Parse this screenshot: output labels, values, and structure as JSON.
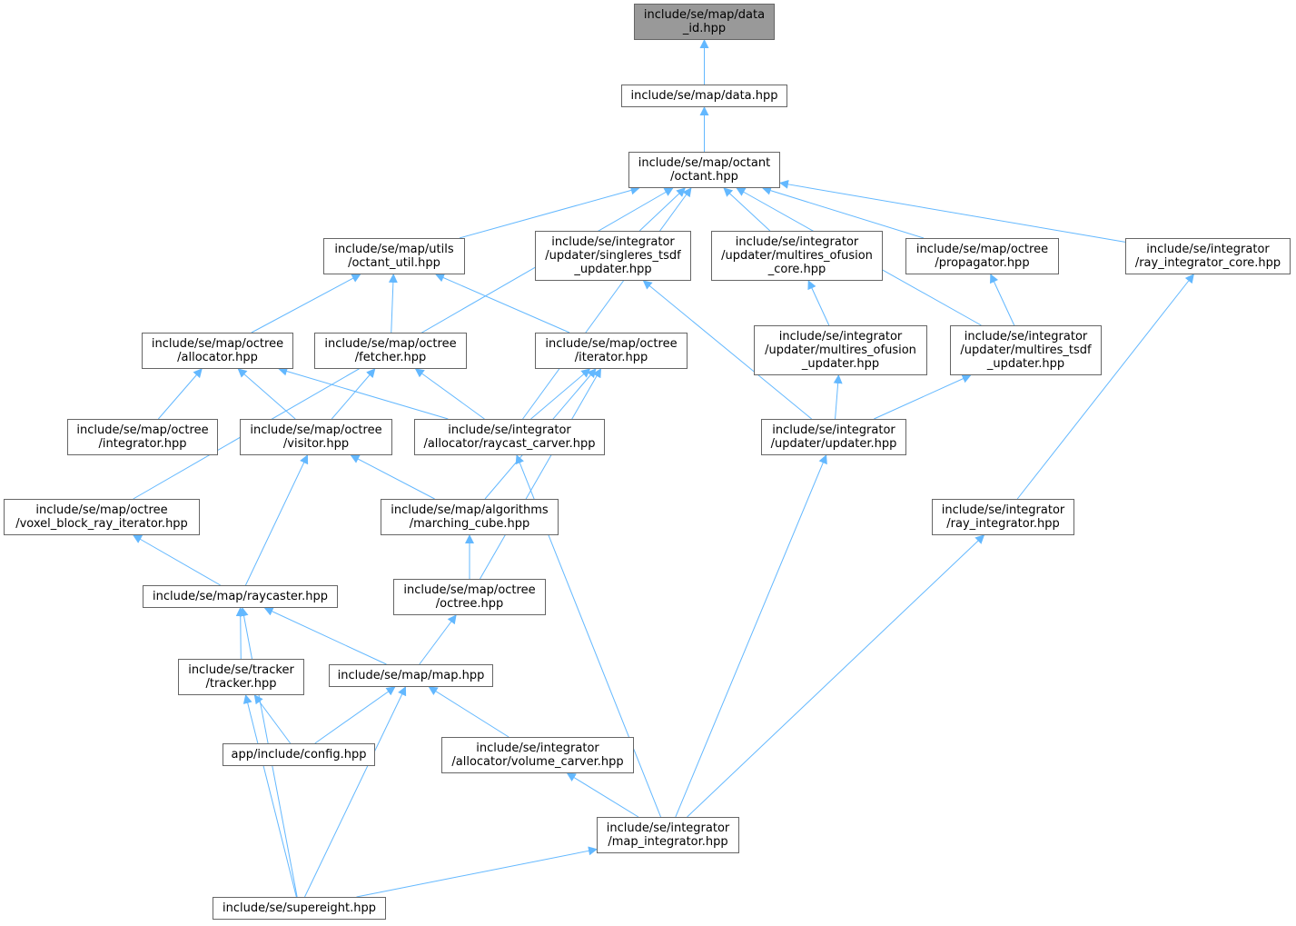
{
  "graph": {
    "edge_color": "#63b8ff",
    "node_border_color": "#666666",
    "root_fill": "#999999",
    "nodes": [
      {
        "id": "data_id",
        "lines": [
          "include/se/map/data",
          "_id.hpp"
        ],
        "root": true
      },
      {
        "id": "data",
        "lines": [
          "include/se/map/data.hpp"
        ]
      },
      {
        "id": "octant",
        "lines": [
          "include/se/map/octant",
          "/octant.hpp"
        ]
      },
      {
        "id": "octant_util",
        "lines": [
          "include/se/map/utils",
          "/octant_util.hpp"
        ]
      },
      {
        "id": "singleres",
        "lines": [
          "include/se/integrator",
          "/updater/singleres_tsdf",
          "_updater.hpp"
        ]
      },
      {
        "id": "mr_ofusion_core",
        "lines": [
          "include/se/integrator",
          "/updater/multires_ofusion",
          "_core.hpp"
        ]
      },
      {
        "id": "propagator",
        "lines": [
          "include/se/map/octree",
          "/propagator.hpp"
        ]
      },
      {
        "id": "ray_int_core",
        "lines": [
          "include/se/integrator",
          "/ray_integrator_core.hpp"
        ]
      },
      {
        "id": "allocator",
        "lines": [
          "include/se/map/octree",
          "/allocator.hpp"
        ]
      },
      {
        "id": "fetcher",
        "lines": [
          "include/se/map/octree",
          "/fetcher.hpp"
        ]
      },
      {
        "id": "iterator",
        "lines": [
          "include/se/map/octree",
          "/iterator.hpp"
        ]
      },
      {
        "id": "mr_ofusion_upd",
        "lines": [
          "include/se/integrator",
          "/updater/multires_ofusion",
          "_updater.hpp"
        ]
      },
      {
        "id": "mr_tsdf_upd",
        "lines": [
          "include/se/integrator",
          "/updater/multires_tsdf",
          "_updater.hpp"
        ]
      },
      {
        "id": "oct_integrator",
        "lines": [
          "include/se/map/octree",
          "/integrator.hpp"
        ]
      },
      {
        "id": "visitor",
        "lines": [
          "include/se/map/octree",
          "/visitor.hpp"
        ]
      },
      {
        "id": "raycast_carver",
        "lines": [
          "include/se/integrator",
          "/allocator/raycast_carver.hpp"
        ]
      },
      {
        "id": "updater",
        "lines": [
          "include/se/integrator",
          "/updater/updater.hpp"
        ]
      },
      {
        "id": "voxel_block",
        "lines": [
          "include/se/map/octree",
          "/voxel_block_ray_iterator.hpp"
        ]
      },
      {
        "id": "marching",
        "lines": [
          "include/se/map/algorithms",
          "/marching_cube.hpp"
        ]
      },
      {
        "id": "ray_integrator",
        "lines": [
          "include/se/integrator",
          "/ray_integrator.hpp"
        ]
      },
      {
        "id": "raycaster",
        "lines": [
          "include/se/map/raycaster.hpp"
        ]
      },
      {
        "id": "octree",
        "lines": [
          "include/se/map/octree",
          "/octree.hpp"
        ]
      },
      {
        "id": "tracker",
        "lines": [
          "include/se/tracker",
          "/tracker.hpp"
        ]
      },
      {
        "id": "map",
        "lines": [
          "include/se/map/map.hpp"
        ]
      },
      {
        "id": "config",
        "lines": [
          "app/include/config.hpp"
        ]
      },
      {
        "id": "volume_carver",
        "lines": [
          "include/se/integrator",
          "/allocator/volume_carver.hpp"
        ]
      },
      {
        "id": "map_integrator",
        "lines": [
          "include/se/integrator",
          "/map_integrator.hpp"
        ]
      },
      {
        "id": "supereight",
        "lines": [
          "include/se/supereight.hpp"
        ]
      }
    ],
    "edges": [
      [
        "data_id",
        "data"
      ],
      [
        "data",
        "octant"
      ],
      [
        "octant",
        "octant_util"
      ],
      [
        "octant",
        "singleres"
      ],
      [
        "octant",
        "mr_ofusion_core"
      ],
      [
        "octant",
        "propagator"
      ],
      [
        "octant",
        "ray_int_core"
      ],
      [
        "octant",
        "voxel_block"
      ],
      [
        "octant",
        "raycast_carver"
      ],
      [
        "octant",
        "mr_tsdf_upd"
      ],
      [
        "octant_util",
        "allocator"
      ],
      [
        "octant_util",
        "fetcher"
      ],
      [
        "octant_util",
        "iterator"
      ],
      [
        "singleres",
        "updater"
      ],
      [
        "mr_ofusion_core",
        "mr_ofusion_upd"
      ],
      [
        "propagator",
        "mr_tsdf_upd"
      ],
      [
        "ray_int_core",
        "ray_integrator"
      ],
      [
        "allocator",
        "oct_integrator"
      ],
      [
        "allocator",
        "visitor"
      ],
      [
        "allocator",
        "raycast_carver"
      ],
      [
        "fetcher",
        "visitor"
      ],
      [
        "fetcher",
        "raycast_carver"
      ],
      [
        "iterator",
        "raycast_carver"
      ],
      [
        "iterator",
        "marching"
      ],
      [
        "iterator",
        "octree"
      ],
      [
        "mr_ofusion_upd",
        "updater"
      ],
      [
        "mr_tsdf_upd",
        "updater"
      ],
      [
        "visitor",
        "raycaster"
      ],
      [
        "visitor",
        "marching"
      ],
      [
        "raycast_carver",
        "map_integrator"
      ],
      [
        "updater",
        "map_integrator"
      ],
      [
        "voxel_block",
        "raycaster"
      ],
      [
        "marching",
        "octree"
      ],
      [
        "ray_integrator",
        "map_integrator"
      ],
      [
        "raycaster",
        "tracker"
      ],
      [
        "raycaster",
        "map"
      ],
      [
        "raycaster",
        "supereight"
      ],
      [
        "octree",
        "map"
      ],
      [
        "tracker",
        "config"
      ],
      [
        "tracker",
        "supereight"
      ],
      [
        "map",
        "config"
      ],
      [
        "map",
        "volume_carver"
      ],
      [
        "map",
        "supereight"
      ],
      [
        "volume_carver",
        "map_integrator"
      ],
      [
        "map_integrator",
        "supereight"
      ]
    ]
  }
}
